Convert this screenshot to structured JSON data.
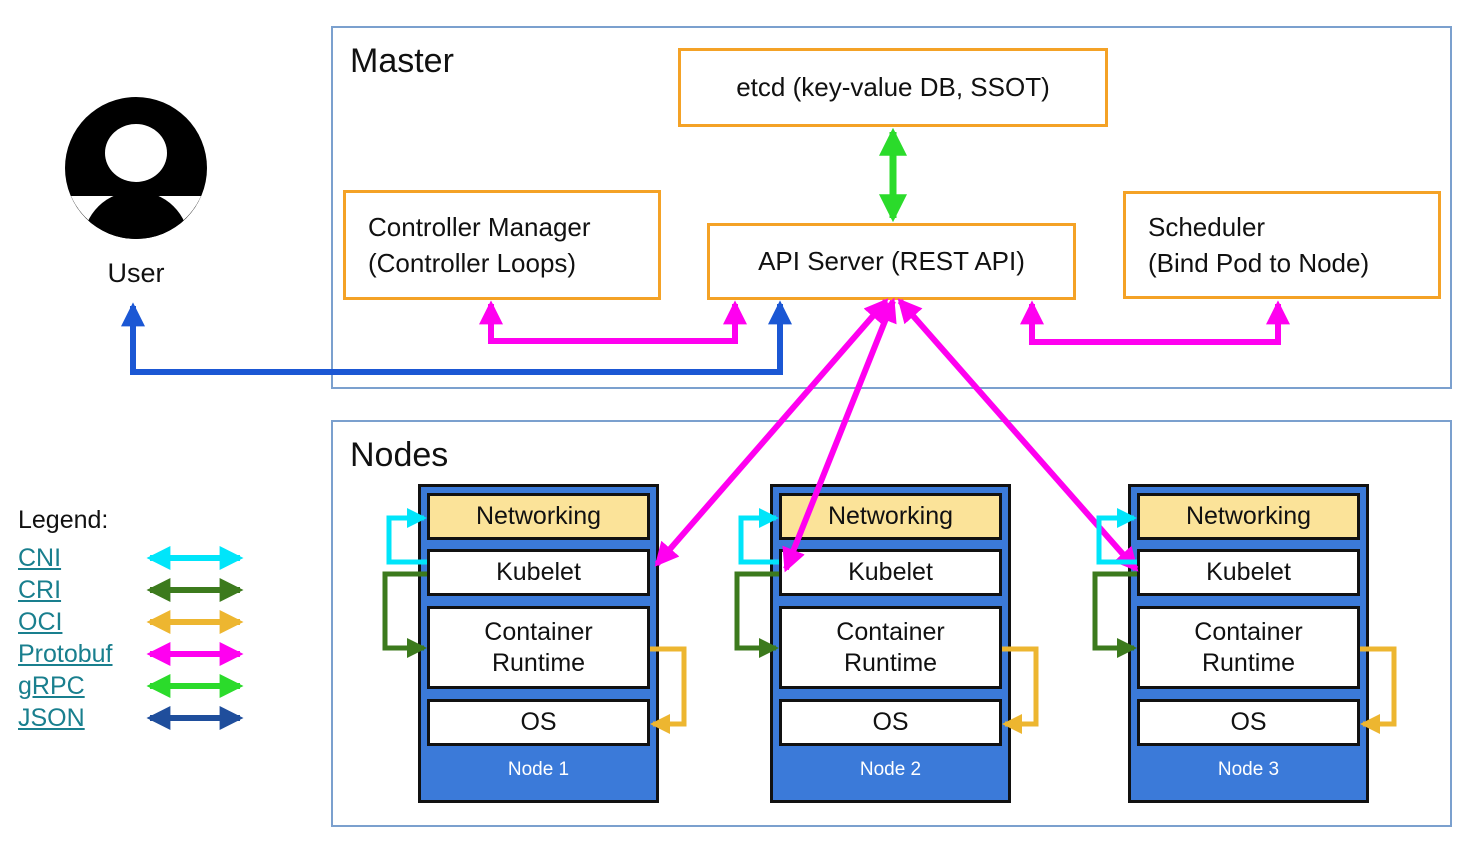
{
  "master": {
    "title": "Master",
    "components": {
      "etcd": {
        "label": "etcd (key-value DB, SSOT)"
      },
      "controller_manager": {
        "line1": "Controller Manager",
        "line2": "(Controller Loops)"
      },
      "api_server": {
        "label": "API Server (REST API)"
      },
      "scheduler": {
        "line1": "Scheduler",
        "line2": "(Bind Pod to Node)"
      }
    }
  },
  "nodes_section": {
    "title": "Nodes",
    "nodes": [
      {
        "name": "Node 1",
        "layers": [
          "Networking",
          "Kubelet",
          "Container Runtime",
          "OS"
        ]
      },
      {
        "name": "Node 2",
        "layers": [
          "Networking",
          "Kubelet",
          "Container Runtime",
          "OS"
        ]
      },
      {
        "name": "Node 3",
        "layers": [
          "Networking",
          "Kubelet",
          "Container Runtime",
          "OS"
        ]
      }
    ]
  },
  "user": {
    "label": "User"
  },
  "legend": {
    "title": "Legend:",
    "items": [
      {
        "label": "CNI",
        "protocol": "cni"
      },
      {
        "label": "CRI",
        "protocol": "cri"
      },
      {
        "label": "OCI",
        "protocol": "oci"
      },
      {
        "label": "Protobuf",
        "protocol": "protobuf"
      },
      {
        "label": "gRPC",
        "protocol": "grpc"
      },
      {
        "label": "JSON",
        "protocol": "json"
      }
    ]
  },
  "colors": {
    "cni": "#00E5FA",
    "cri": "#3C7A1D",
    "oci": "#EDB630",
    "protobuf": "#FF00F0",
    "grpc": "#2BDB2B",
    "json": "#1F4E9C",
    "user_link": "#1B57D4",
    "box_border": "#F4A226",
    "frame_border": "#7BA0CE",
    "node_fill": "#3B7AD9",
    "networking_fill": "#FBE399",
    "legend_link": "#197F8E"
  }
}
